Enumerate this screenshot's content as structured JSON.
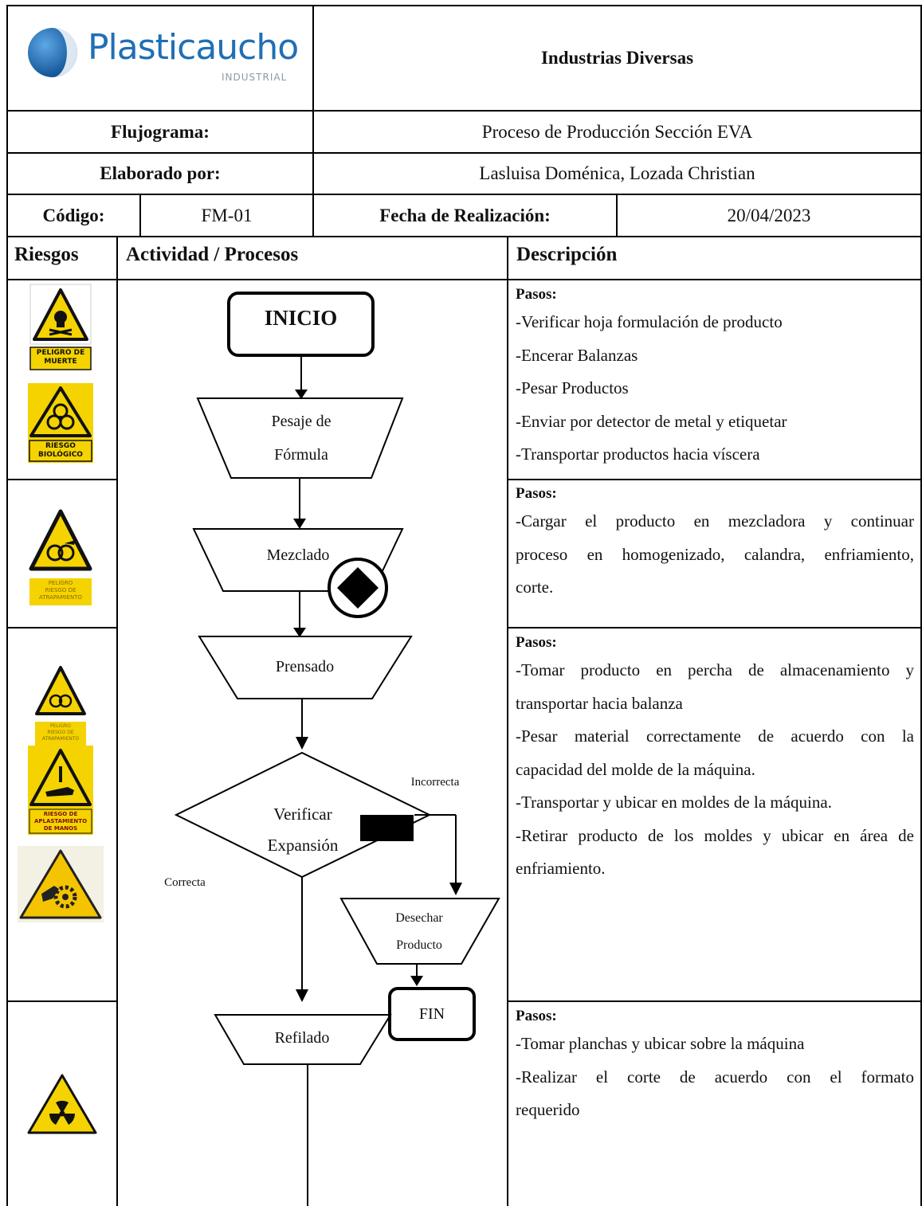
{
  "header": {
    "logo_text": "Plasticaucho",
    "logo_sub": "INDUSTRIAL",
    "company": "Industrias Diversas",
    "flow_label": "Flujograma:",
    "flow_value": "Proceso de Producción Sección EVA",
    "author_label": "Elaborado por:",
    "author_value": "Lasluisa Doménica, Lozada Christian",
    "code_label": "Código:",
    "code_value": "FM-01",
    "date_label": "Fecha de Realización:",
    "date_value": "20/04/2023"
  },
  "columns": {
    "risks": "Riesgos",
    "activity": "Actividad / Procesos",
    "description": "Descripción"
  },
  "flow": {
    "start": "INICIO",
    "step1_a": "Pesaje de",
    "step1_b": "Fórmula",
    "step2": "Mezclado",
    "step3": "Prensado",
    "decision_a": "Verificar",
    "decision_b": "Expansión",
    "no_label": "Incorrecta",
    "yes_label": "Correcta",
    "discard_a": "Desechar",
    "discard_b": "Producto",
    "end": "FIN",
    "step4": "Refilado"
  },
  "risk_signs": {
    "sign1": "PELIGRO DE MUERTE",
    "sign2": "RIESGO BIOLÓGICO",
    "sign3_a": "PELIGRO",
    "sign3_b": "RIESGO DE",
    "sign3_c": "ATRAPAMIENTO",
    "sign4_a": "PELIGRO",
    "sign4_b": "RIESGO DE",
    "sign4_c": "ATRAPAMIENTO",
    "sign5_a": "RIESGO DE",
    "sign5_b": "APLASTAMIENTO",
    "sign5_c": "DE MANOS"
  },
  "descriptions": {
    "block1": {
      "title": "Pasos:",
      "lines": [
        "-Verificar hoja formulación de producto",
        "-Encerar Balanzas",
        "-Pesar Productos",
        "-Enviar por detector de metal y etiquetar",
        "-Transportar productos hacia víscera"
      ]
    },
    "block2": {
      "title": "Pasos:",
      "lines": [
        "-Cargar el producto en mezcladora y continuar",
        "proceso en homogenizado, calandra, enfriamiento,",
        "corte."
      ]
    },
    "block3": {
      "title": "Pasos:",
      "lines": [
        "-Tomar producto en percha de almacenamiento y",
        "transportar hacia balanza",
        "-Pesar material correctamente de acuerdo con la",
        "capacidad del molde de la máquina.",
        "-Transportar y ubicar en moldes de la máquina.",
        "-Retirar producto de los moldes y ubicar en área de",
        "enfriamiento."
      ]
    },
    "block4": {
      "title": "Pasos:",
      "lines": [
        "-Tomar planchas y ubicar sobre la máquina",
        "-Realizar el corte de acuerdo con el formato",
        "requerido"
      ]
    }
  },
  "colors": {
    "logo_blue": "#1f6fb5",
    "sign_yellow": "#f5d300",
    "line": "#000000"
  }
}
